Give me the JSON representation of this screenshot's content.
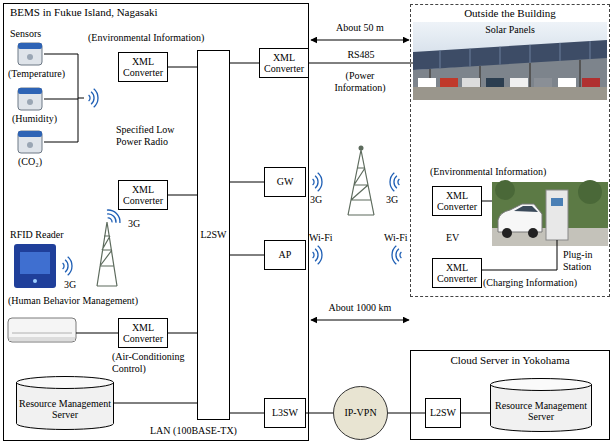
{
  "diagram": {
    "nodes": [
      {
        "text": [
          "BEMS in Fukue Island, Nagasaki"
        ]
      },
      {
        "text": [
          "XML Converter"
        ],
        "in": 0
      },
      {
        "text": [
          "XML Converter"
        ],
        "in": 0
      },
      {
        "text": [
          "XML Converter"
        ],
        "in": 0
      },
      {
        "text": [
          "Resource Management Server"
        ],
        "in": 0
      },
      {
        "text": [
          "L2SW"
        ],
        "in": 0
      },
      {
        "text": [
          "XML Converter"
        ],
        "in": 0
      },
      {
        "text": [
          "GW"
        ],
        "in": 0
      },
      {
        "text": [
          "AP"
        ],
        "in": 0
      },
      {
        "text": [
          "L3SW"
        ],
        "in": 0
      },
      {
        "text": [
          "Outside the Building"
        ]
      },
      {
        "text": [
          "Solar Panels"
        ],
        "in": 10
      },
      {
        "text": [
          "XML Converter"
        ],
        "in": 10
      },
      {
        "text": [
          "XML Converter"
        ],
        "in": 10
      },
      {
        "text": [
          "IP-VPN"
        ]
      },
      {
        "text": [
          "Cloud Server in Yokohama"
        ]
      },
      {
        "text": [
          "L2SW"
        ],
        "in": 15
      },
      {
        "text": [
          "Resource Management Server"
        ],
        "in": 15
      }
    ],
    "edges": [
      {
        "from": 1,
        "to": 5,
        "arrow": "none"
      },
      {
        "from": 2,
        "to": 5,
        "arrow": "none"
      },
      {
        "from": 3,
        "to": 5,
        "arrow": "none"
      },
      {
        "from": 4,
        "to": 5,
        "arrow": "none"
      },
      {
        "from": 5,
        "to": 6,
        "arrow": "none"
      },
      {
        "from": 5,
        "to": 7,
        "arrow": "none"
      },
      {
        "from": 5,
        "to": 8,
        "arrow": "none"
      },
      {
        "from": 5,
        "to": 9,
        "arrow": "none"
      },
      {
        "from": 6,
        "to": 11,
        "label": "RS485",
        "arrow": "none"
      },
      {
        "from": 9,
        "to": 14,
        "arrow": "none"
      },
      {
        "from": 14,
        "to": 16,
        "arrow": "none"
      },
      {
        "from": 16,
        "to": 17,
        "arrow": "none"
      }
    ],
    "labels": [
      "Sensors",
      "(Temperature)",
      "(Humidity)",
      "(CO₂)",
      "(Environmental Information)",
      "Specified Low Power Radio",
      "3G",
      "RFID Reader",
      "3G",
      "(Human Behavior Management)",
      "(Air-Conditioning Control)",
      "LAN (100BASE-TX)",
      "About 50 m",
      "(Power Information)",
      "3G",
      "3G",
      "(Environmental Information)",
      "Wi-Fi",
      "Wi-Fi",
      "EV",
      "Plug-in Station",
      "(Charging Information)",
      "About 1000 km"
    ]
  }
}
